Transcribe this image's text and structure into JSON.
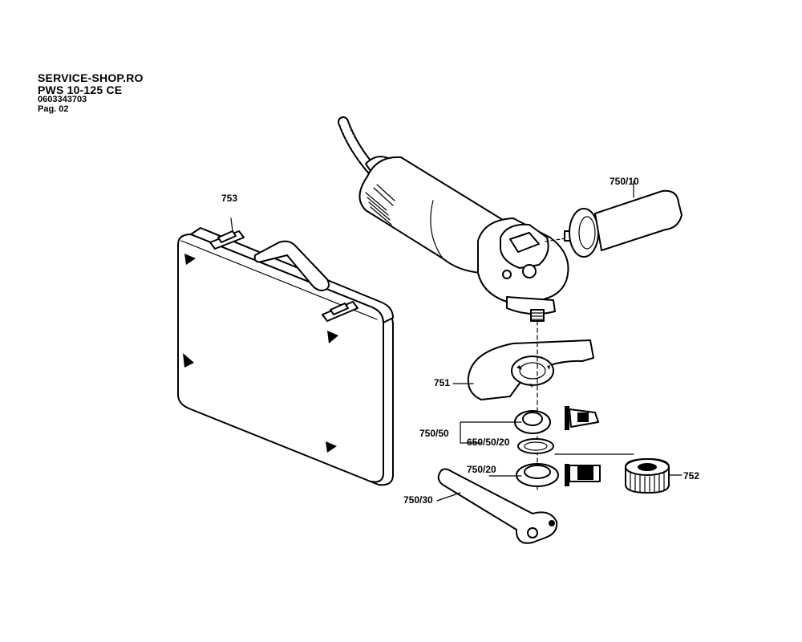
{
  "header": {
    "shop": "SERVICE-SHOP.RO",
    "model": "PWS 10-125 CE",
    "part_number": "0603343703",
    "page": "Pag. 02"
  },
  "parts": {
    "case": "753",
    "handle": "750/10",
    "guard": "751",
    "flange_set": "750/50",
    "ring": "650/50/20",
    "flange": "750/20",
    "clamp_nut": "752",
    "spanner": "750/30"
  }
}
